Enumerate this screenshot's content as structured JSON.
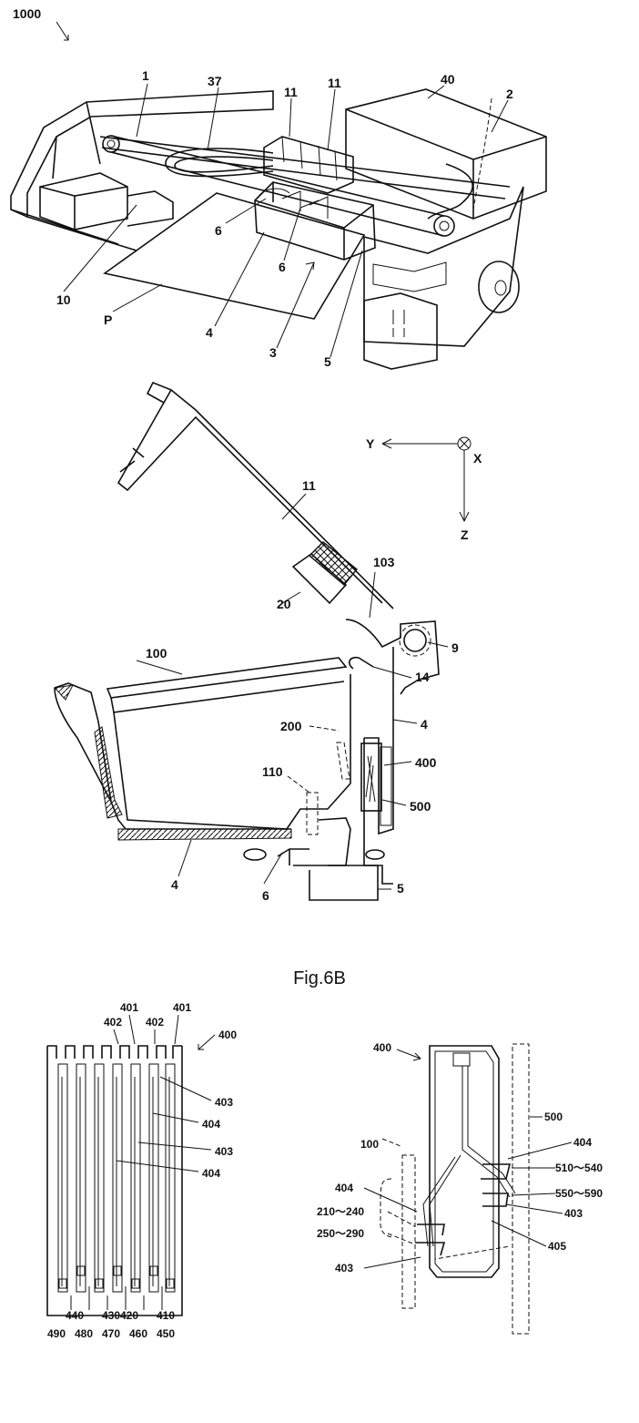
{
  "figure_top": {
    "ref_numeral": "1000",
    "labels": {
      "l1": "1",
      "l37": "37",
      "l11a": "11",
      "l11b": "11",
      "l40": "40",
      "l2": "2",
      "l6a": "6",
      "l6b": "6",
      "l10": "10",
      "lP": "P",
      "l4": "4",
      "l3": "3",
      "l5": "5"
    }
  },
  "figure_middle": {
    "axes": {
      "y": "Y",
      "x": "X",
      "z": "Z"
    },
    "labels": {
      "l11": "11",
      "l103": "103",
      "l20": "20",
      "l9": "9",
      "l100": "100",
      "l14": "14",
      "l4a": "4",
      "l200": "200",
      "l400": "400",
      "l110": "110",
      "l500": "500",
      "l4b": "4",
      "l6": "6",
      "l5": "5"
    }
  },
  "figure_bottom": {
    "caption": "Fig.6B",
    "left": {
      "labels": {
        "l401a": "401",
        "l401b": "401",
        "l402a": "402",
        "l402b": "402",
        "l400": "400",
        "l403a": "403",
        "l404a": "404",
        "l403b": "403",
        "l404b": "404"
      },
      "bottom_row1": [
        "440",
        "430",
        "420",
        "410"
      ],
      "bottom_row2": [
        "490",
        "480",
        "470",
        "460",
        "450"
      ]
    },
    "right": {
      "labels": {
        "l400": "400",
        "l500": "500",
        "l100": "100",
        "l404a": "404",
        "l510": "510～540",
        "l550": "550～590",
        "l403a": "403",
        "l404b": "404",
        "l210": "210～240",
        "l405": "405",
        "l250": "250～290",
        "l403b": "403"
      }
    }
  }
}
